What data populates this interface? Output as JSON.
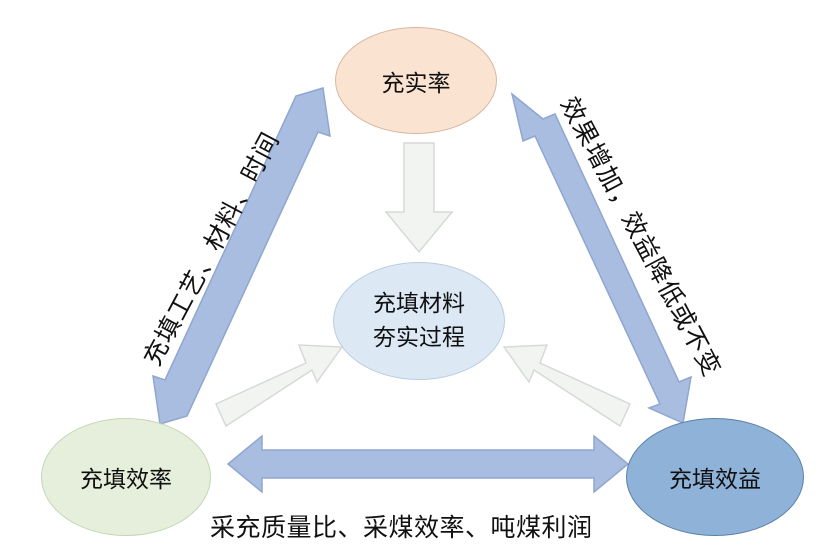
{
  "nodes": {
    "top": {
      "label": "充实率",
      "fill": "#fbe3d2"
    },
    "center": {
      "line1": "充填材料",
      "line2": "夯实过程",
      "fill": "#dce8f3"
    },
    "left": {
      "label": "充填效率",
      "fill": "#e6efdc"
    },
    "right": {
      "label": "充填效益",
      "fill": "#8fb2d8"
    }
  },
  "edges": {
    "left_label": "充填工艺、材料、时间",
    "right_label": "效果增加，效益降低或不变",
    "bottom_label": "采充质量比、采煤效率、吨煤利润"
  },
  "colors": {
    "main_arrow": "#a9bde0",
    "main_arrow_stroke": "#8fa6d0",
    "inner_arrow": "#f2f4f2",
    "inner_arrow_stroke": "#d6dad6"
  }
}
